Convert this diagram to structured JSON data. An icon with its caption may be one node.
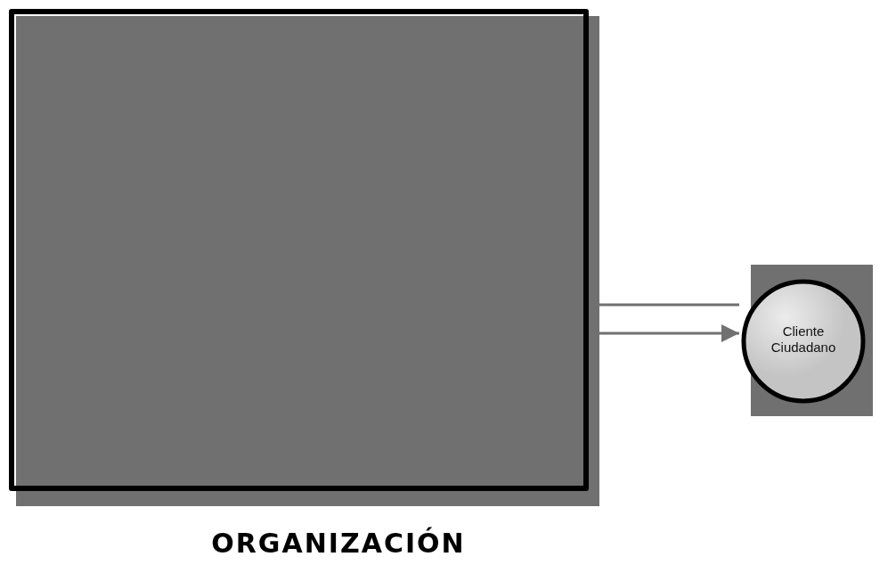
{
  "diagram": {
    "nodes": [
      {
        "text": [
          "ORGANIZACIÓN"
        ]
      },
      {
        "text": [
          "Cliente Ciudadano"
        ]
      }
    ],
    "edges": [
      {
        "from": 0,
        "to": 1,
        "arrow": "none"
      },
      {
        "from": 0,
        "to": 1,
        "arrow": "to"
      }
    ]
  }
}
